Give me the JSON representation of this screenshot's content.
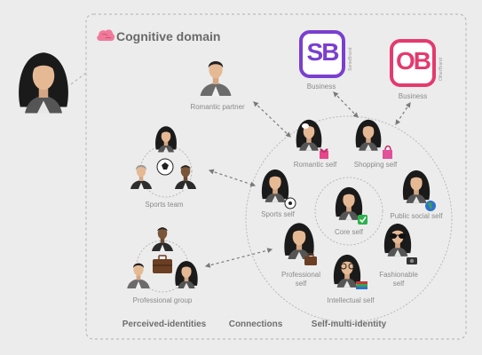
{
  "title": "Cognitive domain",
  "brands": [
    {
      "logo_text": "SB",
      "caption": "SomeBrand",
      "label": "Business",
      "color": "#7a3fcf"
    },
    {
      "logo_text": "OB",
      "caption": "OtherBrand",
      "label": "Business",
      "color": "#e43a6e"
    }
  ],
  "nodes": {
    "romantic_partner": "Romantic partner",
    "sports_team": "Sports team",
    "professional_group": "Professional group",
    "romantic_self": "Romantic self",
    "shopping_self": "Shopping self",
    "sports_self": "Sports self",
    "core_self": "Core self",
    "public_social_self": "Public social self",
    "professional_self": "Professional self",
    "fashionable_self": "Fashionable self",
    "intellectual_self": "Intellectual self"
  },
  "bottom_labels": [
    "Perceived-identities",
    "Connections",
    "Self-multi-identity"
  ],
  "icons": [
    "brain-icon",
    "soccer-ball-icon",
    "briefcase-icon",
    "checkmark-icon",
    "globe-icon",
    "book-icon",
    "shopping-bag-icon",
    "heart-gift-icon",
    "sunglasses-icon",
    "glasses-icon"
  ]
}
